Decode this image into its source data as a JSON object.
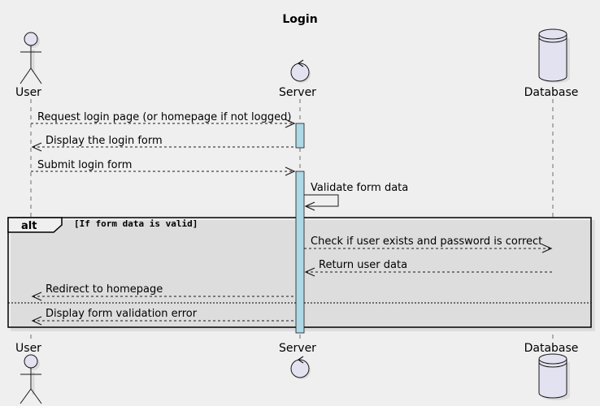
{
  "diagram": {
    "title": "Login",
    "participants": [
      {
        "id": "user",
        "label": "User",
        "kind": "actor"
      },
      {
        "id": "server",
        "label": "Server",
        "kind": "control"
      },
      {
        "id": "database",
        "label": "Database",
        "kind": "database"
      }
    ],
    "messages": [
      {
        "label": "Request login page (or homepage if not logged)",
        "from": "user",
        "to": "server",
        "style": "dashed"
      },
      {
        "label": "Display the login form",
        "from": "server",
        "to": "user",
        "style": "dashed"
      },
      {
        "label": "Submit login form",
        "from": "user",
        "to": "server",
        "style": "dashed"
      },
      {
        "label": "Validate form data",
        "from": "server",
        "to": "server",
        "style": "solid"
      },
      {
        "label": "Check if user exists and password is correct",
        "from": "server",
        "to": "database",
        "style": "dashed"
      },
      {
        "label": "Return user data",
        "from": "database",
        "to": "server",
        "style": "dashed"
      },
      {
        "label": "Redirect to homepage",
        "from": "server",
        "to": "user",
        "style": "dashed"
      },
      {
        "label": "Display form validation error",
        "from": "server",
        "to": "user",
        "style": "dashed"
      }
    ],
    "frame": {
      "operator": "alt",
      "guard": "[If form data is valid]"
    },
    "colors": {
      "background": "#EFEFEF",
      "participant_fill": "#E2E2F0",
      "activation_fill": "#ADD8E6",
      "line": "#181818"
    }
  }
}
